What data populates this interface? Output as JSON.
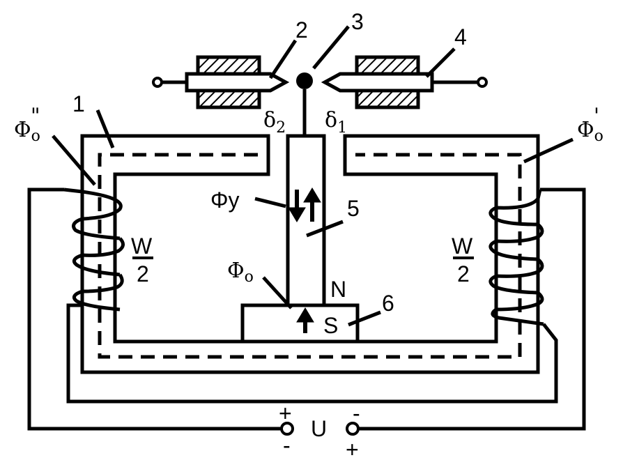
{
  "labels": {
    "n1": "1",
    "n2": "2",
    "n3": "3",
    "n4": "4",
    "n5": "5",
    "n6": "6",
    "phi0_dd": "Φ",
    "phi0_dd_sub": "o",
    "phi0_dd_mark": "\"",
    "phi0_d": "Φ",
    "phi0_d_sub": "o",
    "phi0_d_mark": "'",
    "phiy": "Φy",
    "phi0": "Φ",
    "phi0_sub": "o",
    "delta2": "δ",
    "delta2_sub": "2",
    "delta1": "δ",
    "delta1_sub": "1",
    "w_left_num": "W",
    "w_left_den": "2",
    "w_right_num": "W",
    "w_right_den": "2",
    "pole_n": "N",
    "pole_s": "S",
    "voltage": "U",
    "plus_top": "+",
    "minus_top": "-",
    "minus_bottom": "-",
    "plus_bottom": "+"
  },
  "colors": {
    "ink": "#000000",
    "paper": "#ffffff"
  }
}
